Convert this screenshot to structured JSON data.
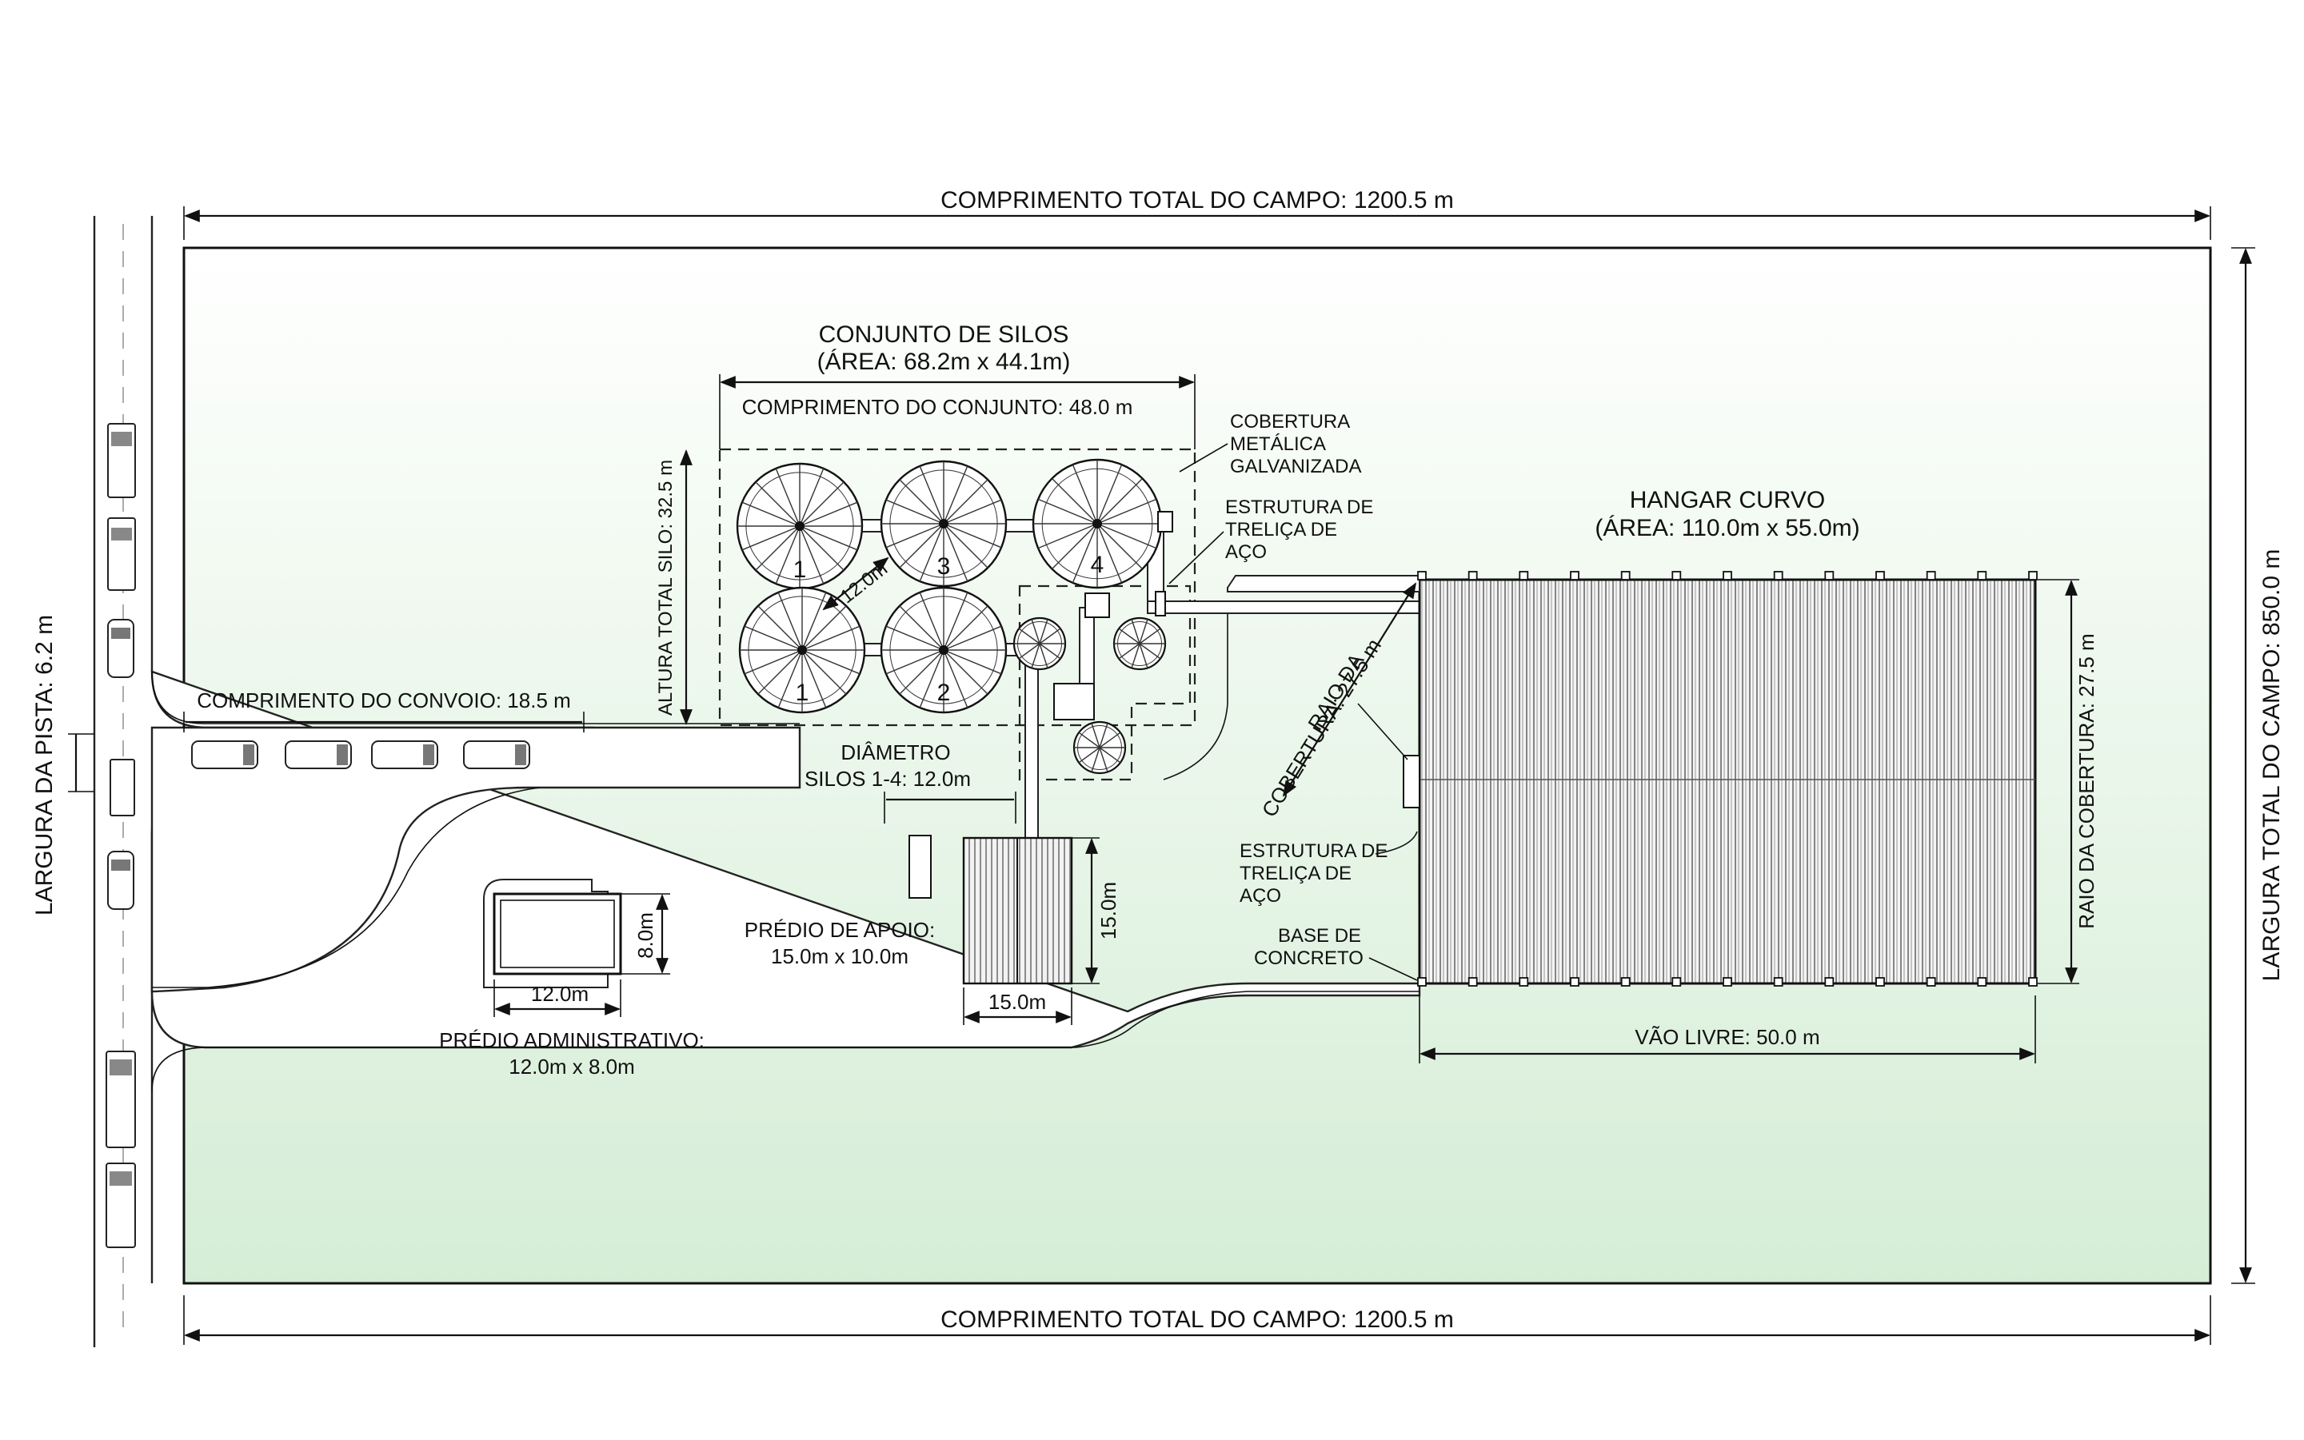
{
  "labels": {
    "field_length_top": "COMPRIMENTO TOTAL DO CAMPO: 1200.5 m",
    "field_length_bottom": "COMPRIMENTO TOTAL DO CAMPO: 1200.5 m",
    "field_width": "LARGURA TOTAL DO CAMPO: 850.0 m",
    "lane_width": "LARGURA DA PISTA: 6.2 m",
    "silo_group_title": "CONJUNTO DE SILOS",
    "silo_group_area": "(ÁREA: 68.2m x 44.1m)",
    "silo_group_length": "COMPRIMENTO DO CONJUNTO: 48.0 m",
    "silo_total_height": "ALTURA TOTAL SILO: 32.5 m",
    "silo_diameter_dim": "12.0m",
    "diameter_line1": "DIÂMETRO",
    "diameter_line2": "SILOS 1-4: 12.0m",
    "roofing_line1": "COBERTURA",
    "roofing_line2": "METÁLICA",
    "roofing_line3": "GALVANIZADA",
    "truss_top_line1": "ESTRUTURA DE",
    "truss_top_line2": "TRELIÇA DE",
    "truss_top_line3": "AÇO",
    "hangar_title": "HANGAR CURVO",
    "hangar_area": "(ÁREA: 110.0m x 55.0m)",
    "roof_radius_diag_line1": "RAIO DA",
    "roof_radius_diag_line2": "COBERTURA: 27.5 m",
    "roof_radius_right": "RAIO DA COBERTURA: 27.5 m",
    "truss_side_line1": "ESTRUTURA DE",
    "truss_side_line2": "TRELIÇA DE",
    "truss_side_line3": "AÇO",
    "concrete_base_line1": "BASE DE",
    "concrete_base_line2": "CONCRETO",
    "free_span": "VÃO LIVRE: 50.0 m",
    "convoy_length": "COMPRIMENTO DO CONVOIO: 18.5 m",
    "support_height_dim": "15.0m",
    "support_width_dim": "15.0m",
    "support_line1": "PRÉDIO DE APOIO:",
    "support_line2": "15.0m x 10.0m",
    "admin_width_dim": "12.0m",
    "admin_height_dim": "8.0m",
    "admin_line1": "PRÉDIO ADMINISTRATIVO:",
    "admin_line2": "12.0m x 8.0m"
  },
  "silos": [
    {
      "number": "1"
    },
    {
      "number": "3"
    },
    {
      "number": "4"
    },
    {
      "number": "1"
    },
    {
      "number": "2"
    }
  ],
  "colors": {
    "field_top": "#ffffff",
    "field_bottom": "#d9efd9",
    "line": "#111111",
    "road": "#ffffff"
  }
}
